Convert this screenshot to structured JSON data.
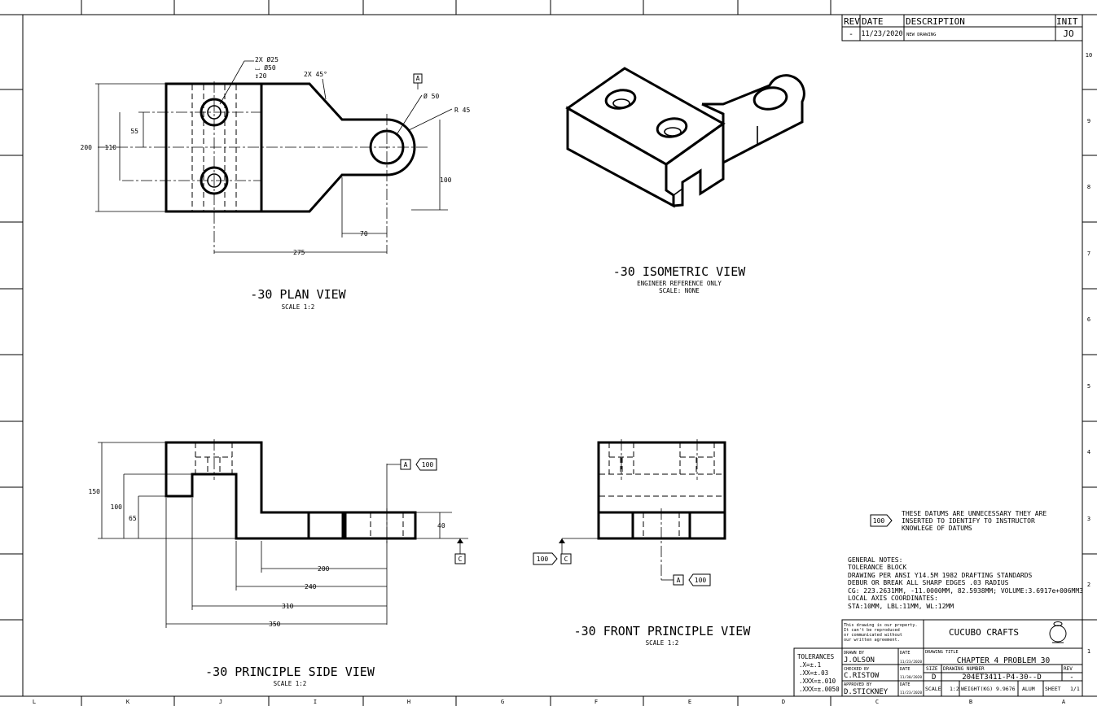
{
  "zones": {
    "columns": [
      "L",
      "K",
      "J",
      "I",
      "H",
      "G",
      "F",
      "E",
      "D",
      "C",
      "B",
      "A"
    ],
    "rows": [
      "10",
      "9",
      "8",
      "7",
      "6",
      "5",
      "4",
      "3",
      "2",
      "1"
    ]
  },
  "revision_block": {
    "headers": {
      "rev": "REV",
      "date": "DATE",
      "description": "DESCRIPTION",
      "init": "INIT"
    },
    "row": {
      "rev": "-",
      "date": "11/23/2020",
      "description": "NEW DRAWING",
      "init": "JO"
    }
  },
  "views": {
    "plan": {
      "title": "-30 PLAN VIEW",
      "scale": "SCALE 1:2"
    },
    "isometric": {
      "title": "-30 ISOMETRIC VIEW",
      "note": "ENGINEER REFERENCE ONLY",
      "scale": "SCALE: NONE"
    },
    "side": {
      "title": "-30 PRINCIPLE SIDE VIEW",
      "scale": "SCALE 1:2"
    },
    "front": {
      "title": "-30 FRONT PRINCIPLE VIEW",
      "scale": "SCALE 1:2"
    }
  },
  "plan_dims": {
    "hole_callout": [
      "2X Ø25",
      "⌴ Ø50",
      "↧20"
    ],
    "chamfer": "2X 45°",
    "dia": "Ø 50",
    "radius": "R 45",
    "d200": "200",
    "d110": "110",
    "d55": "55",
    "d100": "100",
    "d70": "70",
    "d275": "275",
    "datum": "A"
  },
  "side_dims": {
    "d150": "150",
    "d100": "100",
    "d65": "65",
    "d40": "40",
    "d200": "200",
    "d240": "240",
    "d310": "310",
    "d350": "350",
    "datum_a": "A",
    "datum_c": "C",
    "datum_target": "100"
  },
  "front_dims": {
    "datum_a": "A",
    "datum_c": "C",
    "target_a": "100",
    "target_c": "100"
  },
  "datum_note": {
    "target": "100",
    "lines": [
      "THESE DATUMS ARE UNNECESSARY THEY ARE",
      "INSERTED TO IDENTIFY TO INSTRUCTOR",
      "KNOWLEGE OF DATUMS"
    ]
  },
  "general_notes": [
    "GENERAL NOTES:",
    "TOLERANCE BLOCK",
    "DRAWING PER ANSI Y14.5M 1982 DRAFTING STANDARDS",
    "DEBUR OR BREAK ALL SHARP EDGES .03 RADIUS",
    "CG: 223.2631MM, -11.0000MM, 82.5938MM; VOLUME:3.6917e+006MM3",
    "LOCAL AXIS COORDINATES:",
    "STA:10MM, LBL:11MM, WL:12MM"
  ],
  "title_block": {
    "property_note": [
      "This drawing is our property.",
      "It can't be reproduced",
      "or communicated without",
      "our written agreement."
    ],
    "company": "CUCUBO CRAFTS",
    "drawing_title_label": "DRAWING TITLE",
    "drawing_title": "CHAPTER 4 PROBLEM 30",
    "tolerances_label": "TOLERANCES",
    "tolerances": [
      ".X=±.1",
      ".XX=±.03",
      ".XXX=±.010",
      ".XXX=±.0050"
    ],
    "drawn_by_label": "DRAWN BY",
    "drawn_by": "J.OLSON",
    "checked_by_label": "CHECKED BY",
    "checked_by": "C.RISTOW",
    "approved_by_label": "APPROVED BY",
    "approved_by": "D.STICKNEY",
    "date_label": "DATE",
    "date_drawn": "11/23/2020",
    "date_checked": "11/30/2020",
    "date_approved": "11/23/2020",
    "size_label": "SIZE",
    "size": "D",
    "drawing_number_label": "DRAWING NUMBER",
    "drawing_number": "204ET3411-P4-30--D",
    "rev_label": "REV",
    "rev": "-",
    "scale_label": "SCALE",
    "scale": "1:2",
    "weight": "WEIGHT(KG) 9.9676",
    "material": "ALUM",
    "sheet_label": "SHEET",
    "sheet": "1/1"
  }
}
